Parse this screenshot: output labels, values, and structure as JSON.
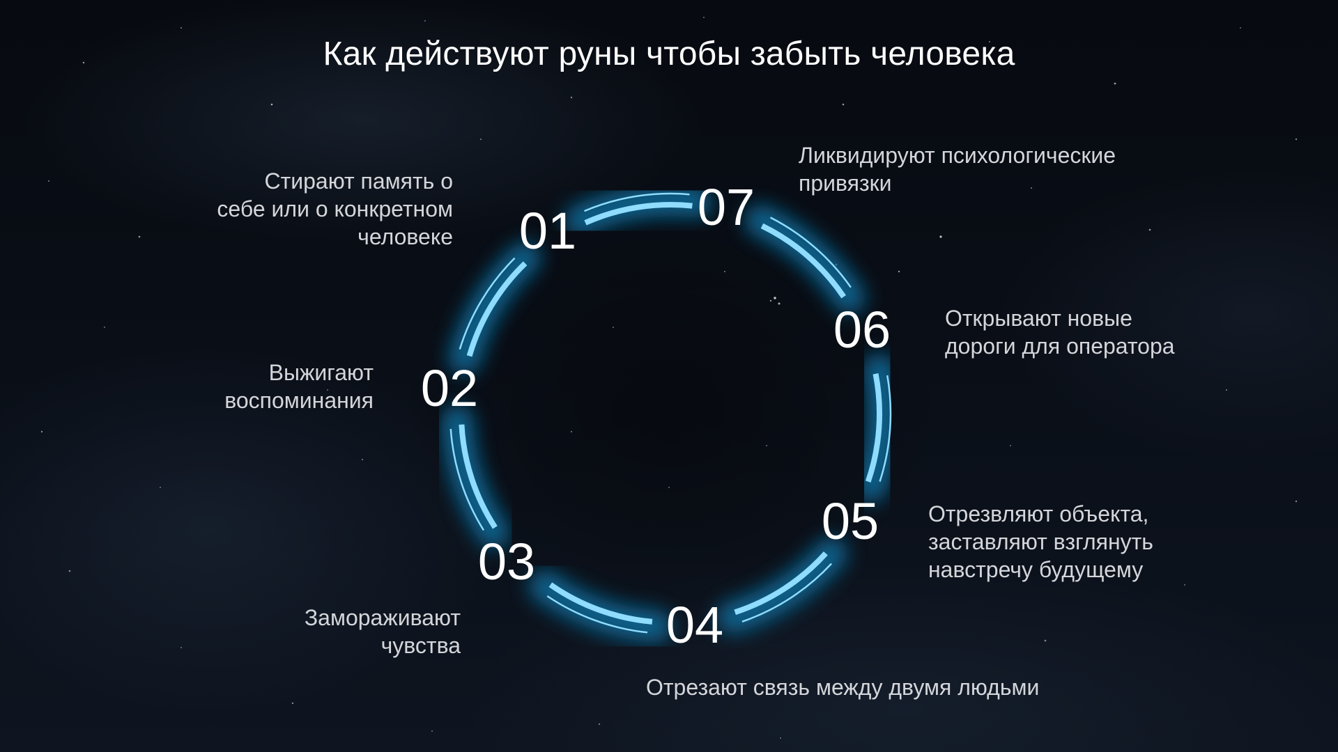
{
  "title": "Как действуют руны чтобы забыть человека",
  "colors": {
    "background": "#070a10",
    "arc_glow": "#0b6fa0",
    "arc_core": "#8fdcff",
    "text_primary": "#ffffff",
    "text_secondary": "#d4d6da"
  },
  "steps": [
    {
      "number": "01",
      "lines": [
        "Стирают память о",
        "себе или о конкретном",
        "человеке"
      ]
    },
    {
      "number": "02",
      "lines": [
        "Выжигают",
        "воспоминания"
      ]
    },
    {
      "number": "03",
      "lines": [
        "Замораживают",
        "чувства"
      ]
    },
    {
      "number": "04",
      "lines": [
        "Отрезают связь между двумя людьми"
      ]
    },
    {
      "number": "05",
      "lines": [
        "Отрезвляют объекта,",
        "заставляют взглянуть",
        "навстречу будущему"
      ]
    },
    {
      "number": "06",
      "lines": [
        "Открывают новые",
        "дороги для оператора"
      ]
    },
    {
      "number": "07",
      "lines": [
        "Ликвидируют психологические",
        "привязки"
      ]
    }
  ]
}
